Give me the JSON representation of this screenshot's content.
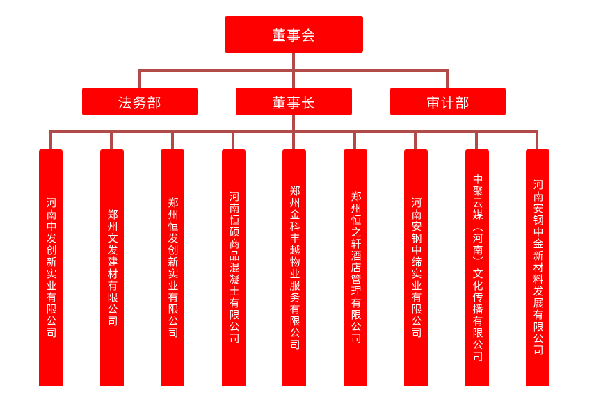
{
  "colors": {
    "box_fill": "#ff0000",
    "box_text": "#ffffff",
    "connector": "#b24a4a",
    "background": "#ffffff"
  },
  "root": {
    "label": "董事会"
  },
  "level2": [
    {
      "label": "法务部"
    },
    {
      "label": "董事长"
    },
    {
      "label": "审计部"
    }
  ],
  "subsidiaries": [
    {
      "label": "河南中发创新实业有限公司"
    },
    {
      "label": "郑州文发建材有限公司"
    },
    {
      "label": "郑州恒发创新实业有限公司"
    },
    {
      "label": "河南恒硕商品混凝土有限公司"
    },
    {
      "label": "郑州金科丰越物业服务有限公司"
    },
    {
      "label": "郑州恒之轩酒店管理有限公司"
    },
    {
      "label": "河南安钢中缔实业有限公司"
    },
    {
      "label": "中聚云媒（河南）文化传播有限公司"
    },
    {
      "label": "河南安钢中金新材料发展有限公司"
    }
  ]
}
